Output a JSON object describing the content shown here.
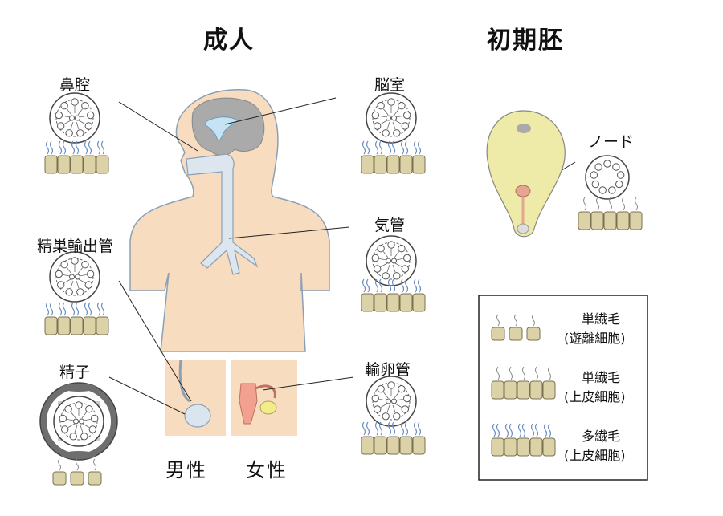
{
  "headings": {
    "adult": "成人",
    "embryo": "初期胚"
  },
  "labels": {
    "nasal_cavity": "鼻腔",
    "ventricle": "脳室",
    "trachea": "気管",
    "efferent_duct": "精巣輸出管",
    "sperm": "精子",
    "oviduct": "輸卵管",
    "node": "ノード",
    "male": "男性",
    "female": "女性"
  },
  "legend": {
    "items": [
      {
        "line1": "単繊毛",
        "line2": "(遊離細胞)"
      },
      {
        "line1": "単繊毛",
        "line2": "(上皮細胞)"
      },
      {
        "line1": "多繊毛",
        "line2": "(上皮細胞)"
      }
    ]
  },
  "colors": {
    "skin": "#f8dcbf",
    "airway": "#dde6ee",
    "brain": "#aaaaaa",
    "ventricle_fill": "#c5e3f2",
    "cell": "#dcd2a8",
    "cell_border": "#7a7050",
    "cilia": "#6a8fc0",
    "embryo": "#eeeaa8",
    "node_spot": "#e6a590",
    "uterus": "#f2a090",
    "ovary": "#f2ec8a",
    "sperm_ring": "#6e6e6e"
  }
}
